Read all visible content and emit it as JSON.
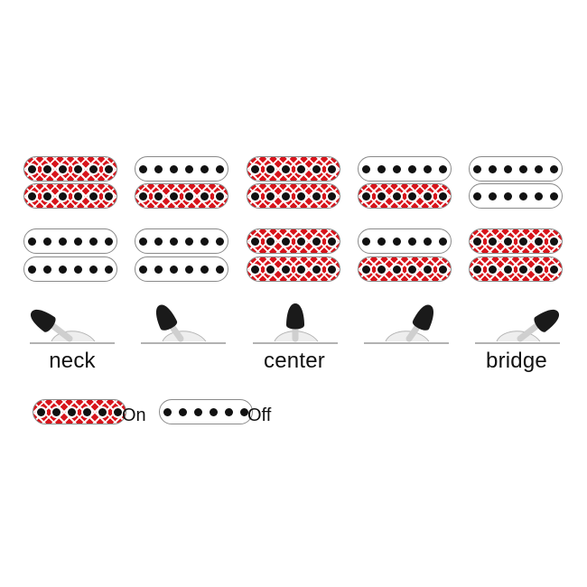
{
  "positions": [
    {
      "label": "neck",
      "coils": [
        "on",
        "on",
        "off",
        "off"
      ]
    },
    {
      "label": "",
      "coils": [
        "off",
        "on",
        "off",
        "off"
      ]
    },
    {
      "label": "center",
      "coils": [
        "on",
        "on",
        "on",
        "on"
      ]
    },
    {
      "label": "",
      "coils": [
        "off",
        "on",
        "off",
        "on"
      ]
    },
    {
      "label": "bridge",
      "coils": [
        "off",
        "off",
        "on",
        "on"
      ]
    }
  ],
  "legend": {
    "on_label": "On",
    "off_label": "Off"
  },
  "colors": {
    "on": "#d7141b",
    "off": "#ffffff",
    "knob": "#1a1a1a",
    "outline": "#8a8a8a"
  },
  "icons": {
    "switch": "lever-switch-icon",
    "pickup": "humbucker-coil-icon"
  }
}
